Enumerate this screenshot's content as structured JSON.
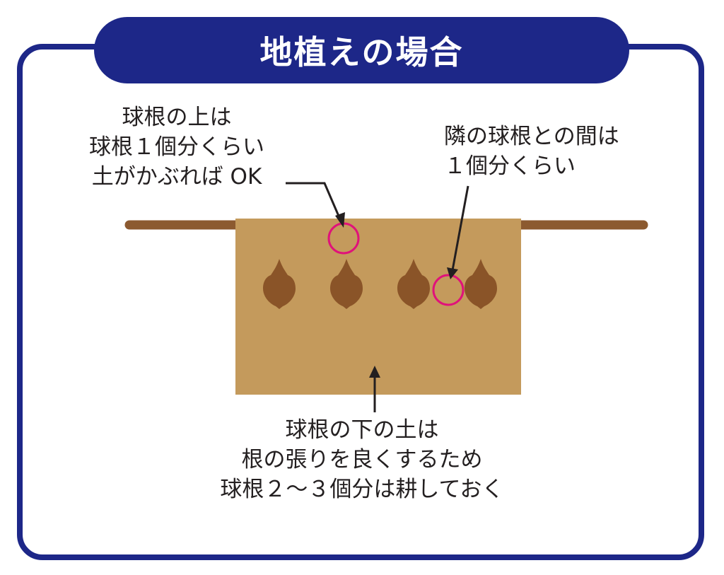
{
  "title": "地植えの場合",
  "annotations": {
    "top_note": [
      "球根の上は",
      "球根１個分くらい",
      "土がかぶれば OK"
    ],
    "right_note": [
      "隣の球根との間は",
      "１個分くらい"
    ],
    "bottom_note": [
      "球根の下の土は",
      "根の張りを良くするため",
      "球根２～３個分は耕しておく"
    ]
  },
  "colors": {
    "frame": "#1d2788",
    "ground_line": "#8c5a30",
    "soil": "#c49a5c",
    "bulb": "#8a5428",
    "marker": "#e0127a",
    "arrow": "#231f20"
  },
  "bulb_count": 4
}
